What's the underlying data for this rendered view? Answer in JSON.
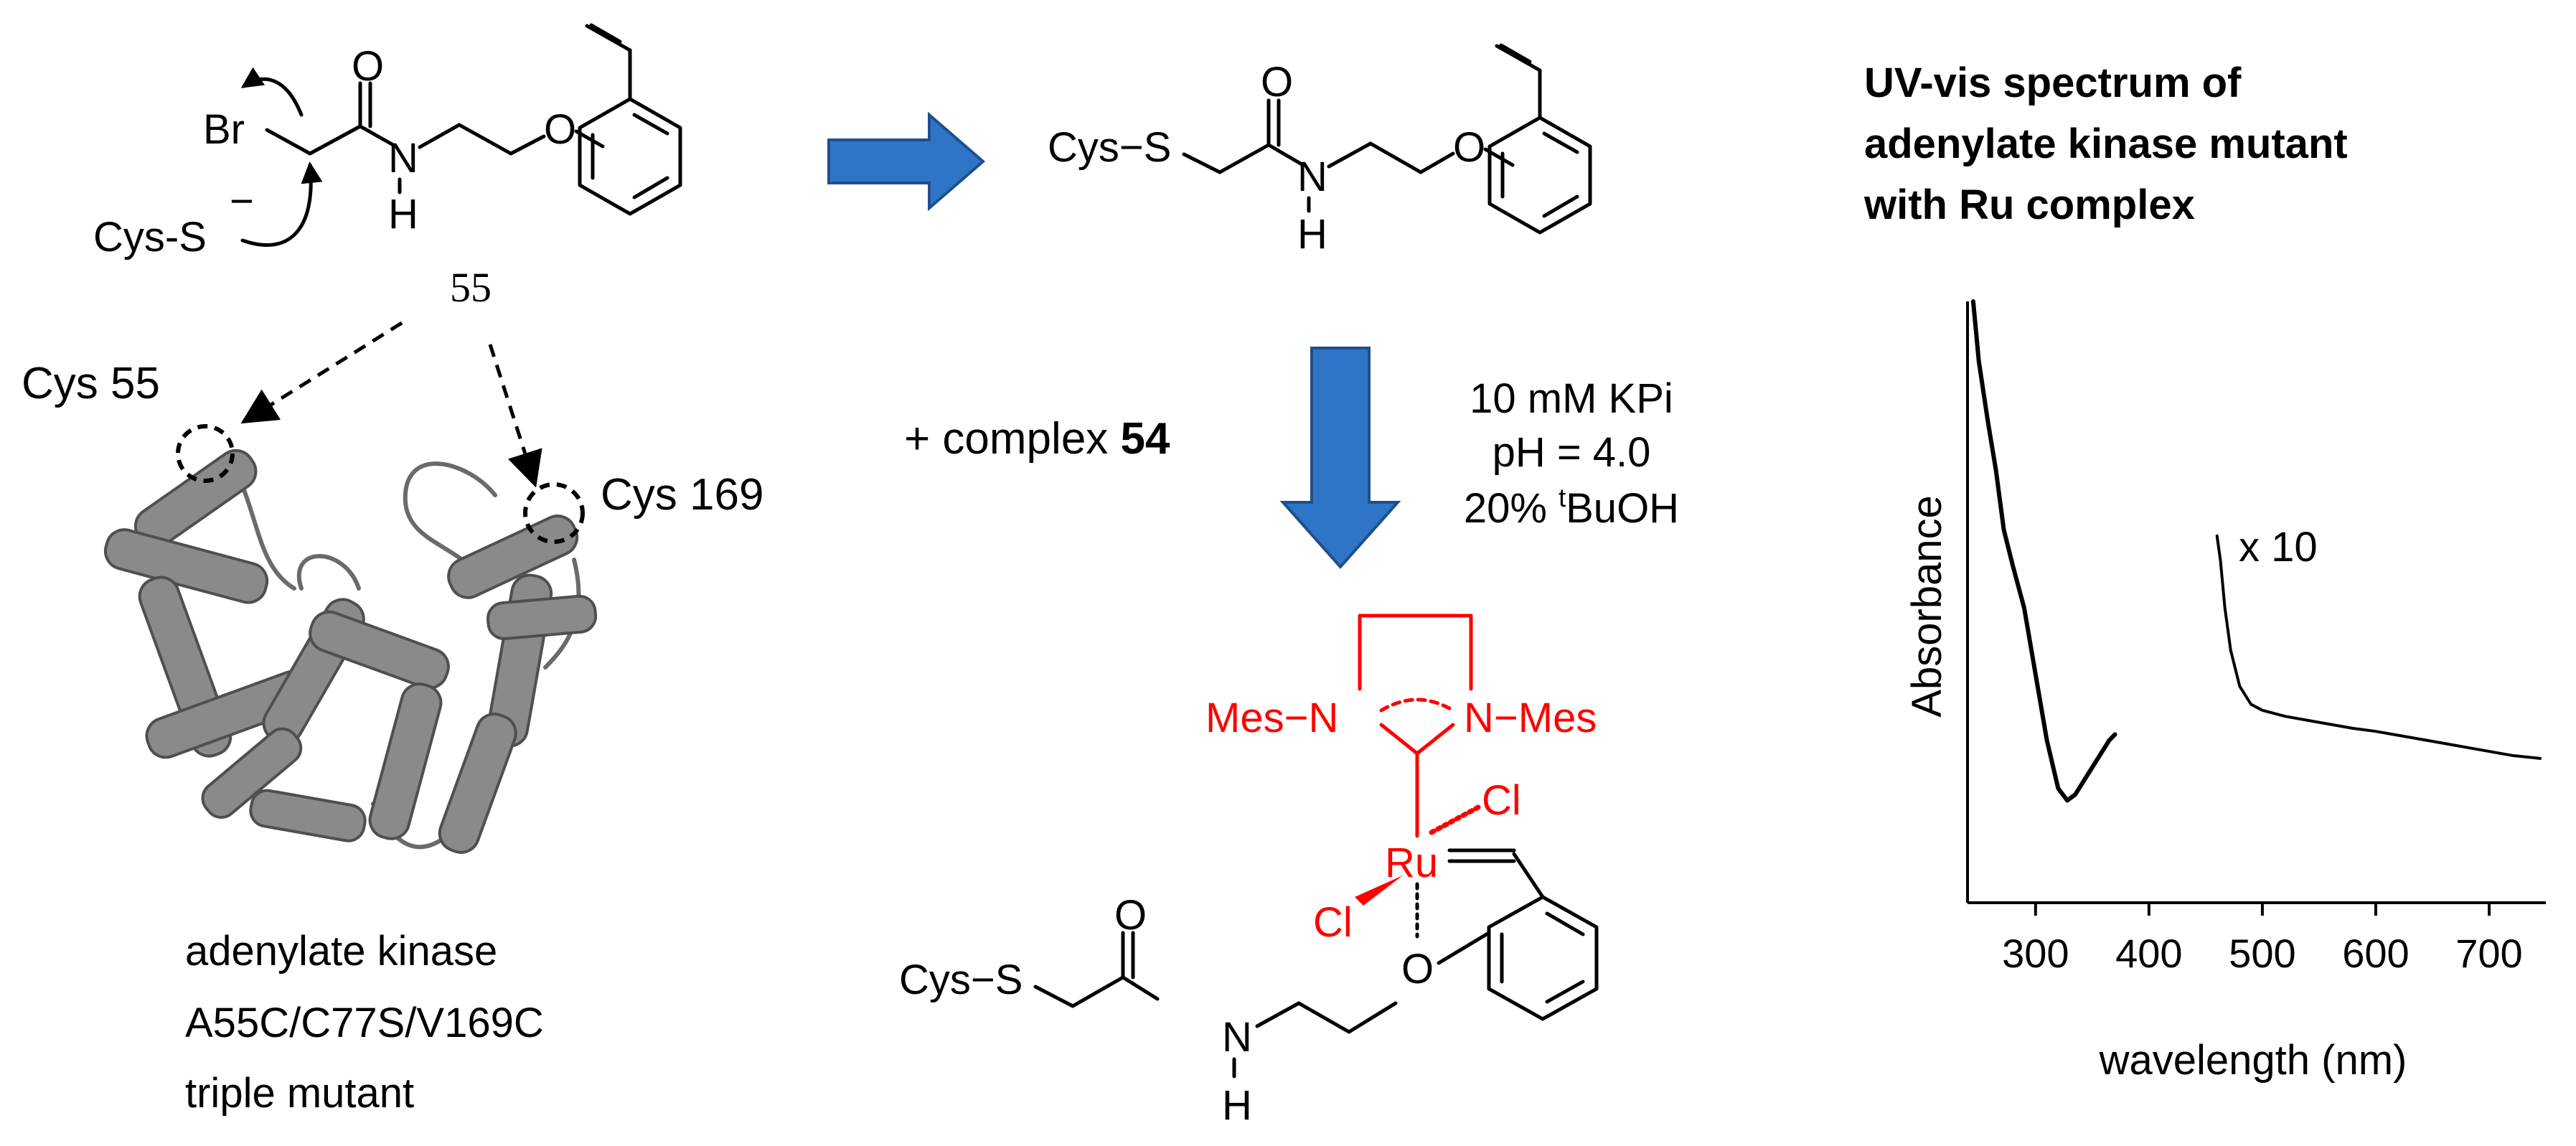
{
  "reagent": {
    "leaving_group": "Br",
    "nucleophile": "Cys-S",
    "nucleophile_charge": "−",
    "oxygen": "O",
    "amide_n": "N",
    "amide_h": "H",
    "compound_number": "55"
  },
  "protein": {
    "site_a": "Cys 55",
    "site_b": "Cys 169",
    "caption": [
      "adenylate kinase",
      "A55C/C77S/V169C",
      "triple mutant"
    ]
  },
  "product": {
    "cys_s": "Cys−S",
    "oxygen": "O",
    "amide_n": "N",
    "amide_h": "H"
  },
  "reaction": {
    "additive_prefix": "+ complex ",
    "additive_number": "54",
    "conditions": [
      "10 mM KPi",
      "pH = 4.0"
    ],
    "cosolvent_pct": "20% ",
    "cosolvent_sup": "t",
    "cosolvent_name": "BuOH"
  },
  "complex": {
    "mes_left": "Mes−N",
    "mes_right": "N−Mes",
    "metal": "Ru",
    "cl_top": "Cl",
    "cl_left": "Cl",
    "cys_s": "Cys−S",
    "oxygen_carbonyl": "O",
    "oxygen_ether": "O",
    "amide_n": "N",
    "amide_h": "H"
  },
  "spectrum": {
    "title": [
      "UV-vis spectrum of",
      "adenylate kinase mutant",
      "with Ru complex"
    ],
    "ylabel": "Absorbance",
    "xlabel": "wavelength (nm)",
    "xticks": [
      "300",
      "400",
      "500",
      "600",
      "700"
    ],
    "annotation": "x 10"
  },
  "colors": {
    "arrow": "#2e75c8",
    "ru_complex": "#ff0000",
    "protein": "#8a8a8a"
  },
  "chart_data": {
    "type": "line",
    "title": "UV-vis spectrum of adenylate kinase mutant with Ru complex",
    "xlabel": "wavelength (nm)",
    "ylabel": "Absorbance",
    "xlim": [
      240,
      750
    ],
    "xticks": [
      300,
      400,
      500,
      600,
      700
    ],
    "y_units": "arbitrary",
    "grid": false,
    "series": [
      {
        "x": [
          245,
          250,
          258,
          265,
          272,
          280,
          290,
          300,
          310,
          320,
          328,
          335,
          345,
          355,
          365,
          370
        ],
        "values": [
          1.0,
          0.9,
          0.8,
          0.72,
          0.62,
          0.56,
          0.49,
          0.38,
          0.27,
          0.19,
          0.17,
          0.18,
          0.21,
          0.24,
          0.27,
          0.28
        ]
      },
      {
        "name": "x 10",
        "x": [
          460,
          463,
          467,
          472,
          480,
          490,
          500,
          520,
          550,
          580,
          600,
          630,
          660,
          690,
          720,
          745
        ],
        "values": [
          0.61,
          0.57,
          0.49,
          0.42,
          0.36,
          0.33,
          0.32,
          0.31,
          0.3,
          0.29,
          0.285,
          0.275,
          0.265,
          0.255,
          0.245,
          0.24
        ]
      }
    ]
  }
}
